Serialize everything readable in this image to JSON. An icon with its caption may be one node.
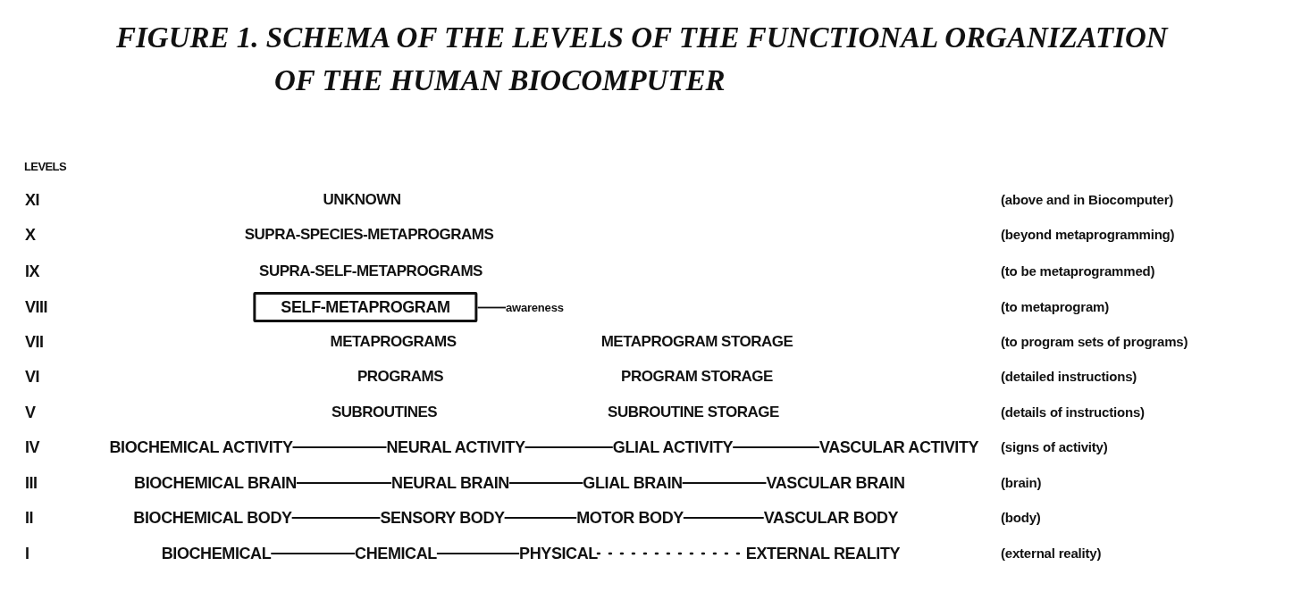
{
  "diagram": {
    "title": "FIGURE 1. SCHEMA OF THE LEVELS OF THE FUNCTIONAL ORGANIZATION OF THE HUMAN BIOCOMPUTER",
    "nodes": [
      {
        "text": [
          "SELF-METAPROGRAM"
        ]
      },
      {
        "text": [
          "awareness"
        ]
      },
      {
        "text": [
          "BIOCHEMICAL ACTIVITY"
        ]
      },
      {
        "text": [
          "NEURAL ACTIVITY"
        ]
      },
      {
        "text": [
          "GLIAL ACTIVITY"
        ]
      },
      {
        "text": [
          "VASCULAR ACTIVITY"
        ]
      },
      {
        "text": [
          "BIOCHEMICAL BRAIN"
        ]
      },
      {
        "text": [
          "NEURAL BRAIN"
        ]
      },
      {
        "text": [
          "GLIAL BRAIN"
        ]
      },
      {
        "text": [
          "VASCULAR BRAIN"
        ]
      },
      {
        "text": [
          "BIOCHEMICAL BODY"
        ]
      },
      {
        "text": [
          "SENSORY BODY"
        ]
      },
      {
        "text": [
          "MOTOR BODY"
        ]
      },
      {
        "text": [
          "VASCULAR BODY"
        ]
      },
      {
        "text": [
          "BIOCHEMICAL"
        ]
      },
      {
        "text": [
          "CHEMICAL"
        ]
      },
      {
        "text": [
          "PHYSICAL"
        ]
      },
      {
        "text": [
          "EXTERNAL REALITY"
        ]
      }
    ],
    "edges": [
      {
        "from": 0,
        "to": 1,
        "arrow": "none"
      },
      {
        "from": 2,
        "to": 3,
        "arrow": "none"
      },
      {
        "from": 3,
        "to": 4,
        "arrow": "none"
      },
      {
        "from": 4,
        "to": 5,
        "arrow": "none"
      },
      {
        "from": 6,
        "to": 7,
        "arrow": "none"
      },
      {
        "from": 7,
        "to": 8,
        "arrow": "none"
      },
      {
        "from": 8,
        "to": 9,
        "arrow": "none"
      },
      {
        "from": 10,
        "to": 11,
        "arrow": "none"
      },
      {
        "from": 11,
        "to": 12,
        "arrow": "none"
      },
      {
        "from": 12,
        "to": 13,
        "arrow": "none"
      },
      {
        "from": 14,
        "to": 15,
        "arrow": "none"
      },
      {
        "from": 15,
        "to": 16,
        "arrow": "none"
      },
      {
        "from": 16,
        "to": 17,
        "arrow": "none",
        "style": "dashed"
      }
    ],
    "labels": [
      "LEVELS",
      "XI",
      "UNKNOWN",
      "(above and in Biocomputer)",
      "X",
      "SUPRA-SPECIES-METAPROGRAMS",
      "(beyond metaprogramming)",
      "IX",
      "SUPRA-SELF-METAPROGRAMS",
      "(to be metaprogrammed)",
      "VIII",
      "(to metaprogram)",
      "VII",
      "METAPROGRAMS",
      "METAPROGRAM STORAGE",
      "(to program sets of programs)",
      "VI",
      "PROGRAMS",
      "PROGRAM STORAGE",
      "(detailed instructions)",
      "V",
      "SUBROUTINES",
      "SUBROUTINE STORAGE",
      "(details of instructions)",
      "IV",
      "(signs of activity)",
      "III",
      "(brain)",
      "II",
      "(body)",
      "I",
      "(external reality)"
    ]
  }
}
